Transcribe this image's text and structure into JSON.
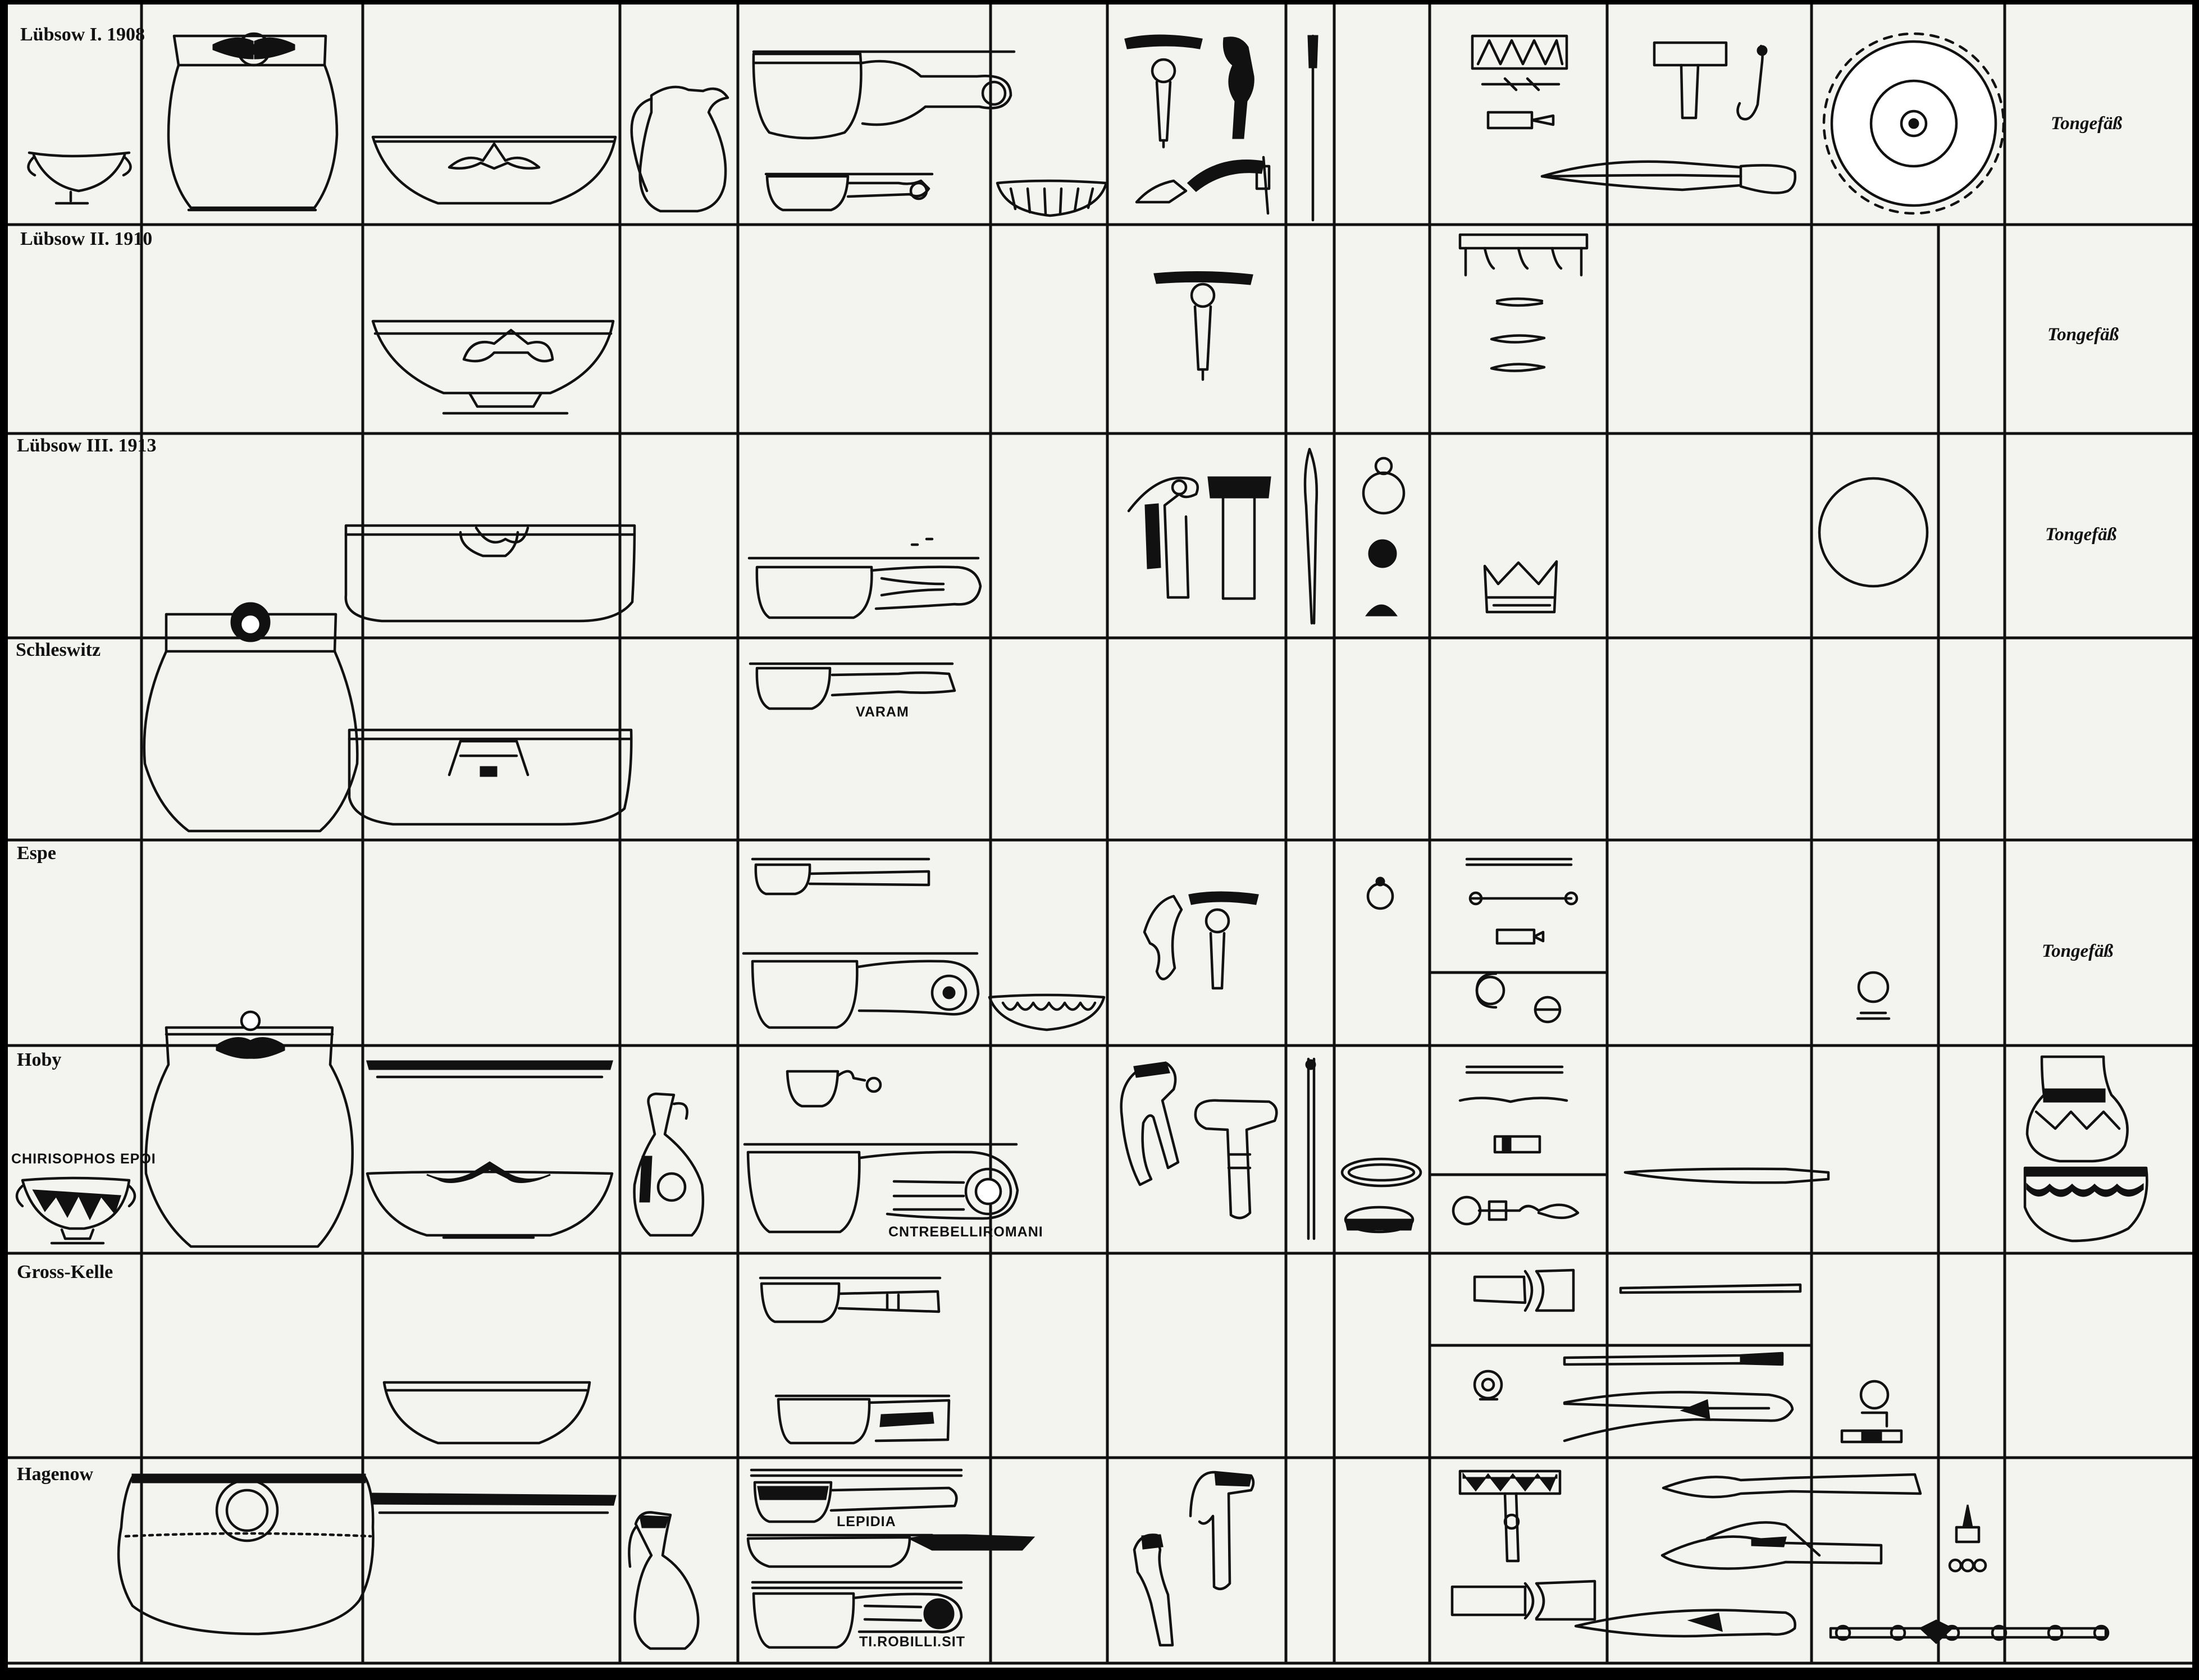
{
  "plate": {
    "colors": {
      "paper": "#f3f3f0",
      "ink": "#111111",
      "border": "#000000"
    },
    "rows": [
      {
        "id": "luebsow-1",
        "label": "Lübsow I. 1908"
      },
      {
        "id": "luebsow-2",
        "label": "Lübsow II. 1910"
      },
      {
        "id": "luebsow-3",
        "label": "Lübsow III. 1913"
      },
      {
        "id": "schlesswitz",
        "label": "Schleswitz"
      },
      {
        "id": "espe",
        "label": "Espe"
      },
      {
        "id": "hoby",
        "label": "Hoby"
      },
      {
        "id": "gross-kelle",
        "label": "Gross-Kelle"
      },
      {
        "id": "hagenow",
        "label": "Hagenow"
      }
    ],
    "annotations": {
      "tongefaess": "Tongefäß",
      "chirisophos": "CHIRISOPHOS EPOI",
      "varam": "VARAM",
      "cntrebelli": "CNTREBELLIROMANI",
      "lepidia": "LEPIDIA",
      "robilli": "TI.ROBILLI.SIT"
    }
  }
}
